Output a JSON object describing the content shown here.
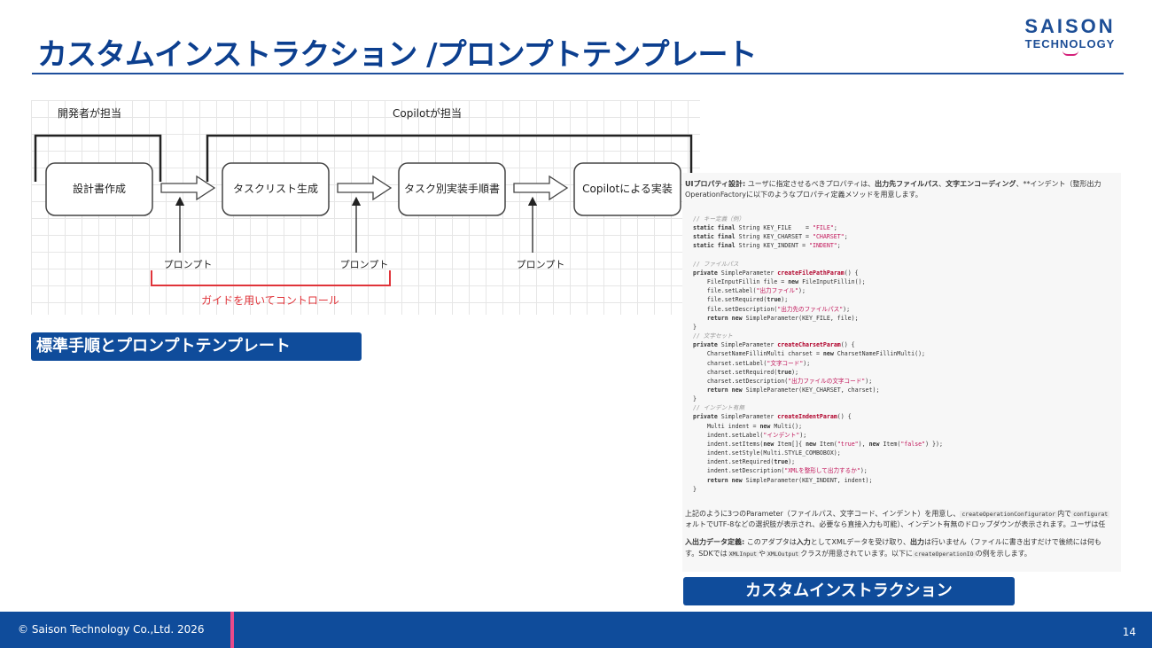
{
  "title": "カスタムインストラクション /プロンプトテンプレート",
  "logo": {
    "line1": "SAISON",
    "line2": "TECHNOLOGY"
  },
  "diagram": {
    "developer_label": "開発者が担当",
    "copilot_label": "Copilotが担当",
    "steps": [
      "設計書作成",
      "タスクリスト生成",
      "タスク別実装手順書",
      "Copilotによる実装"
    ],
    "prompt_label": "プロンプト",
    "guide_label": "ガイドを用いてコントロール",
    "guide_color": "#e0343a"
  },
  "captions": {
    "left": "標準手順とプロンプトテンプレート",
    "right": "カスタムインストラクション"
  },
  "doc": {
    "p1a": "UIプロパティ設計:",
    "p1b": " ユーザに指定させるべきプロパティは、",
    "p1c": "出力先ファイルパス",
    "p1d": "、",
    "p1e": "文字エンコーディング",
    "p1f": "、**インデント（整形出力",
    "p2": "OperationFactoryに以下のようなプロパティ定義メソッドを用意します。",
    "code": [
      [
        [
          "// キー定義（例）",
          "cm"
        ]
      ],
      [
        [
          "static final",
          "kw"
        ],
        [
          " String KEY_FILE    = ",
          ""
        ],
        [
          "\"FILE\"",
          "st"
        ],
        [
          ";",
          ""
        ]
      ],
      [
        [
          "static final",
          "kw"
        ],
        [
          " String KEY_CHARSET = ",
          ""
        ],
        [
          "\"CHARSET\"",
          "st"
        ],
        [
          ";",
          ""
        ]
      ],
      [
        [
          "static final",
          "kw"
        ],
        [
          " String KEY_INDENT = ",
          ""
        ],
        [
          "\"INDENT\"",
          "st"
        ],
        [
          ";",
          ""
        ]
      ],
      [
        [
          "",
          ""
        ]
      ],
      [
        [
          "// ファイルパス",
          "cm"
        ]
      ],
      [
        [
          "private",
          "kw"
        ],
        [
          " SimpleParameter ",
          ""
        ],
        [
          "createFilePathParam",
          "fn"
        ],
        [
          "() {",
          ""
        ]
      ],
      [
        [
          "    FileInputFillin file = ",
          ""
        ],
        [
          "new",
          "kw"
        ],
        [
          " FileInputFillin();",
          ""
        ]
      ],
      [
        [
          "    file.setLabel(",
          ""
        ],
        [
          "\"出力ファイル\"",
          "st"
        ],
        [
          ");",
          ""
        ]
      ],
      [
        [
          "    file.setRequired(",
          ""
        ],
        [
          "true",
          "kw"
        ],
        [
          ");",
          ""
        ]
      ],
      [
        [
          "    file.setDescription(",
          ""
        ],
        [
          "\"出力先のファイルパス\"",
          "st"
        ],
        [
          ");",
          ""
        ]
      ],
      [
        [
          "    ",
          ""
        ],
        [
          "return new",
          "kw"
        ],
        [
          " SimpleParameter(KEY_FILE, file);",
          ""
        ]
      ],
      [
        [
          "}",
          ""
        ]
      ],
      [
        [
          "// 文字セット",
          "cm"
        ]
      ],
      [
        [
          "private",
          "kw"
        ],
        [
          " SimpleParameter ",
          ""
        ],
        [
          "createCharsetParam",
          "fn"
        ],
        [
          "() {",
          ""
        ]
      ],
      [
        [
          "    CharsetNameFillinMulti charset = ",
          ""
        ],
        [
          "new",
          "kw"
        ],
        [
          " CharsetNameFillinMulti();",
          ""
        ]
      ],
      [
        [
          "    charset.setLabel(",
          ""
        ],
        [
          "\"文字コード\"",
          "st"
        ],
        [
          ");",
          ""
        ]
      ],
      [
        [
          "    charset.setRequired(",
          ""
        ],
        [
          "true",
          "kw"
        ],
        [
          ");",
          ""
        ]
      ],
      [
        [
          "    charset.setDescription(",
          ""
        ],
        [
          "\"出力ファイルの文字コード\"",
          "st"
        ],
        [
          ");",
          ""
        ]
      ],
      [
        [
          "    ",
          ""
        ],
        [
          "return new",
          "kw"
        ],
        [
          " SimpleParameter(KEY_CHARSET, charset);",
          ""
        ]
      ],
      [
        [
          "}",
          ""
        ]
      ],
      [
        [
          "// インデント有無",
          "cm"
        ]
      ],
      [
        [
          "private",
          "kw"
        ],
        [
          " SimpleParameter ",
          ""
        ],
        [
          "createIndentParam",
          "fn"
        ],
        [
          "() {",
          ""
        ]
      ],
      [
        [
          "    Multi indent = ",
          ""
        ],
        [
          "new",
          "kw"
        ],
        [
          " Multi();",
          ""
        ]
      ],
      [
        [
          "    indent.setLabel(",
          ""
        ],
        [
          "\"インデント\"",
          "st"
        ],
        [
          ");",
          ""
        ]
      ],
      [
        [
          "    indent.setItems(",
          ""
        ],
        [
          "new",
          "kw"
        ],
        [
          " Item[]{ ",
          ""
        ],
        [
          "new",
          "kw"
        ],
        [
          " Item(",
          ""
        ],
        [
          "\"true\"",
          "st"
        ],
        [
          "), ",
          ""
        ],
        [
          "new",
          "kw"
        ],
        [
          " Item(",
          ""
        ],
        [
          "\"false\"",
          "st"
        ],
        [
          ") });",
          ""
        ]
      ],
      [
        [
          "    indent.setStyle(Multi.STYLE_COMBOBOX);",
          ""
        ]
      ],
      [
        [
          "    indent.setRequired(",
          ""
        ],
        [
          "true",
          "kw"
        ],
        [
          ");",
          ""
        ]
      ],
      [
        [
          "    indent.setDescription(",
          ""
        ],
        [
          "\"XMLを整形して出力するか\"",
          "st"
        ],
        [
          ");",
          ""
        ]
      ],
      [
        [
          "    ",
          ""
        ],
        [
          "return new",
          "kw"
        ],
        [
          " SimpleParameter(KEY_INDENT, indent);",
          ""
        ]
      ],
      [
        [
          "}",
          ""
        ]
      ]
    ],
    "p3a": "上記のように3つのParameter（ファイルパス、文字コード、インデント）を用意し、",
    "p3code1": "createOperationConfigurator",
    "p3b": "内で",
    "p3code2": "configurat",
    "p4": "ォルトでUTF-8などの選択肢が表示され、必要なら直接入力も可能）、インデント有無のドロップダウンが表示されます。ユーザは任",
    "p5a": "入出力データ定義:",
    "p5b": " このアダプタは",
    "p5c": "入力",
    "p5d": "としてXMLデータを受け取り、",
    "p5e": "出力",
    "p5f": "は行いません（ファイルに書き出すだけで後続には何も",
    "p6a": "す。SDKでは",
    "p6code1": "XMLInput",
    "p6b": "や",
    "p6code2": "XMLOutput",
    "p6c": "クラスが用意されています。以下に",
    "p6code3": "createOperationIO",
    "p6d": "の例を示します。"
  },
  "footer": {
    "copyright": "© Saison Technology Co.,Ltd. 2026",
    "page": "14"
  }
}
